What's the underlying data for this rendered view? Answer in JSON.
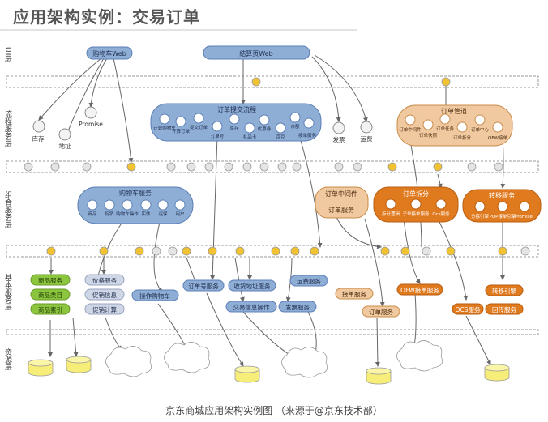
{
  "title": "应用架构实例：交易订单",
  "caption": "京东商城应用架构实例图  （来源于@京东技术部）",
  "colors": {
    "blue": "#8faed6",
    "blue_dark": "#5b7fb6",
    "orange": "#e07a1f",
    "orange_light": "#f0c9a0",
    "green": "#8cc63f",
    "gray_pill": "#cfd6e6",
    "cylinder": "#f7ee7a",
    "node_gold": "#f1c232"
  },
  "layers": {
    "ui": "UI层",
    "process": "流程服务层",
    "composite": "组合服务层",
    "basic": "基本服务层",
    "resource": "资源层"
  },
  "ui": {
    "cart_web": "购物车Web",
    "checkout_web": "结算页Web"
  },
  "process": {
    "inventory": "库存",
    "address": "地址",
    "promise": "Promise",
    "submit_flow": {
      "title": "订单提交流程",
      "items": [
        "计算购物车",
        "计算订单",
        "提交订单",
        "订单号",
        "库存",
        "礼品卡",
        "优惠券",
        "京豆",
        "余额",
        "接单服务"
      ]
    },
    "invoice": "发票",
    "freight": "运费",
    "pipeline": {
      "title": "订单管道",
      "items": [
        "订单中间件",
        "订单快照",
        "订单任务",
        "订单拆分",
        "订单中心",
        "OFW接单"
      ]
    }
  },
  "composite": {
    "cart": {
      "title": "购物车服务",
      "items": [
        "商品",
        "促销",
        "购物车操作",
        "实体",
        "运保",
        "用户"
      ]
    },
    "order_mw": {
      "title": "订单中间件",
      "service": "订单服务"
    },
    "order_split": {
      "title": "订单拆分",
      "items": [
        "拆分逻辑",
        "子单接单服务",
        "Ocs服务"
      ]
    },
    "transfer": {
      "title": "转移服务",
      "items": [
        "分拣引擎",
        "POP接单引擎",
        "Promise"
      ]
    }
  },
  "basic": {
    "goods": [
      "商品服务",
      "商品类目",
      "商品索引"
    ],
    "price": [
      "价格服务",
      "促销信息",
      "促销计算"
    ],
    "op_cart": "操作购物车",
    "order_no": "订单号服务",
    "address": "收货地址服务",
    "trade_info": "交易信息操作",
    "freight": "运费服务",
    "invoice": "发票服务",
    "receive": "接单服务",
    "order": "订单服务",
    "ofw": "OFW接单服务",
    "ocs": "OCS服务",
    "transfer_engine": "转移引擎",
    "callback": "回传服务"
  }
}
